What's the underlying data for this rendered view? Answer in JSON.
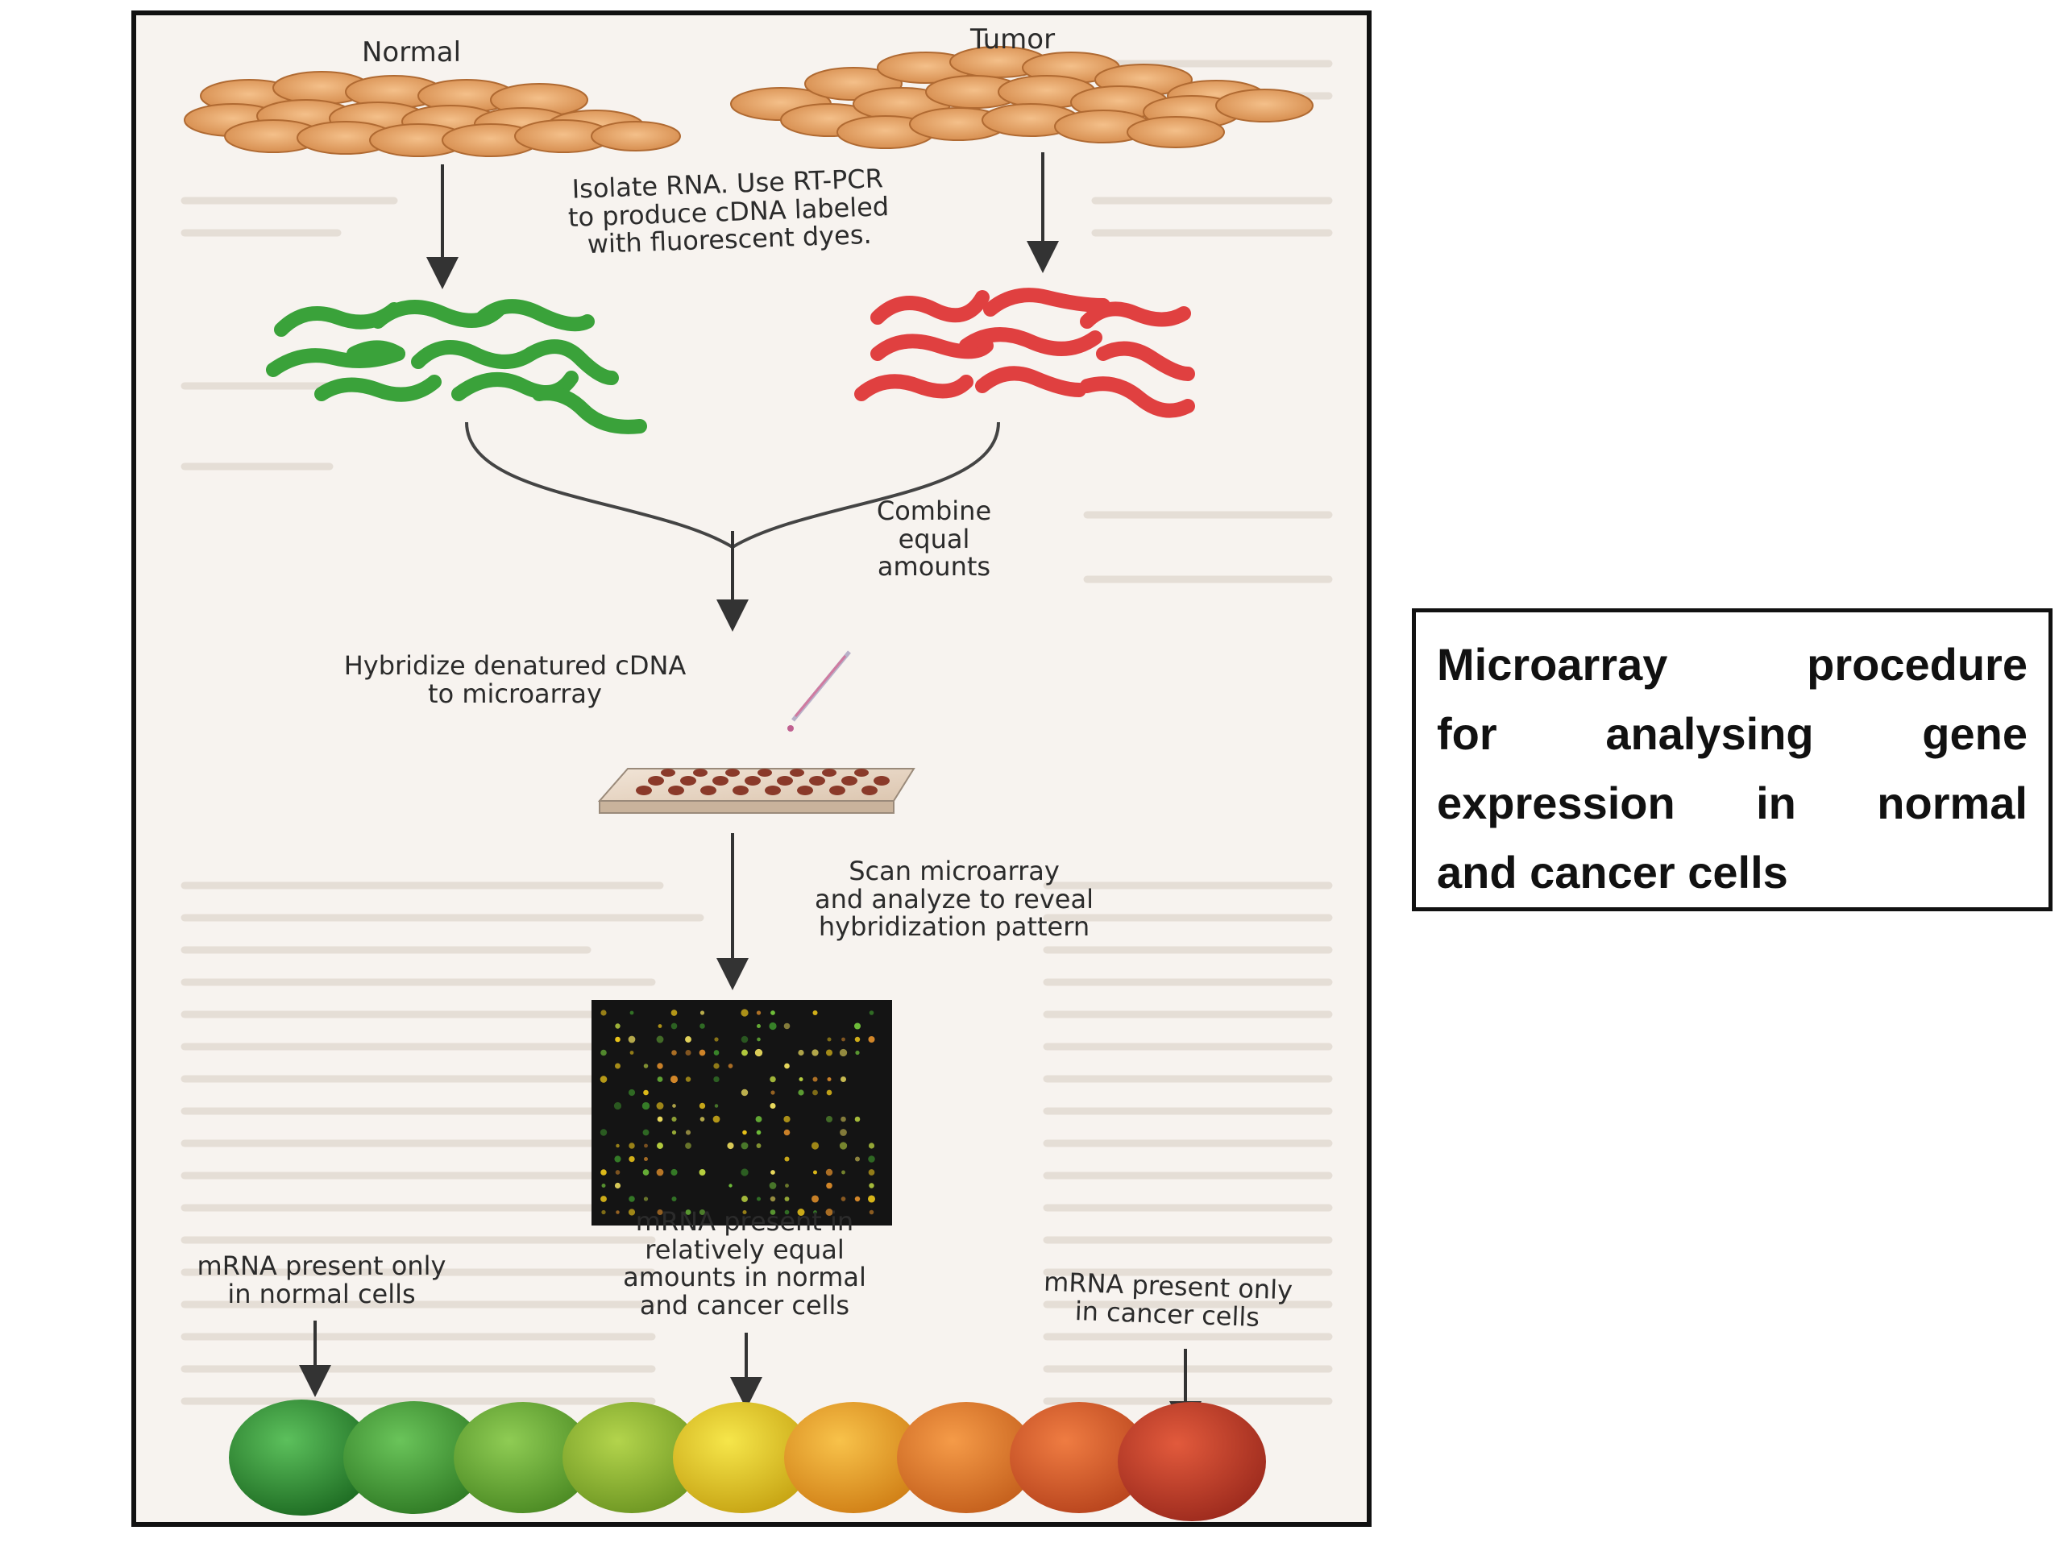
{
  "figure": {
    "label_normal": "Normal",
    "label_tumor": "Tumor",
    "label_isolate": [
      "Isolate RNA. Use RT-PCR",
      "to produce cDNA labeled",
      "with fluorescent dyes."
    ],
    "label_combine": [
      "Combine",
      "equal",
      "amounts"
    ],
    "label_hybridize": [
      "Hybridize denatured cDNA",
      "to microarray"
    ],
    "label_scan": [
      "Scan microarray",
      "and analyze to reveal",
      "hybridization pattern"
    ],
    "label_normal_only": [
      "mRNA present only",
      "in normal cells"
    ],
    "label_equal": [
      "mRNA present in",
      "relatively equal",
      "amounts in normal",
      "and cancer cells"
    ],
    "label_cancer_only": [
      "mRNA present only",
      "in cancer cells"
    ]
  },
  "caption": {
    "lines": [
      [
        "Microarray",
        "procedure"
      ],
      [
        "for",
        "analysing",
        "gene"
      ],
      [
        "expression",
        "in",
        "normal"
      ],
      [
        "and cancer cells"
      ]
    ]
  },
  "colors": {
    "frame_border": "#111111",
    "paper_background": "#f7f3ef",
    "normal_cells": "#e3a468",
    "cdna_green": "#3aa23a",
    "cdna_red": "#e04040",
    "arrow": "#333333",
    "array_chip_background": "#141414",
    "spectrum_green": "#2f8f2f",
    "spectrum_yellow": "#e8c21a",
    "spectrum_red": "#c73a2a"
  }
}
